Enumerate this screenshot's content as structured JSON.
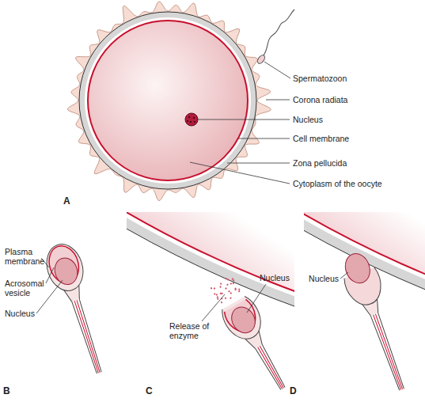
{
  "diagram": {
    "labels": [
      "Spermatozoon",
      "Corona radiata",
      "Nucleus",
      "Cell membrane",
      "Zona pellucida",
      "Cytoplasm of the oocyte",
      "A",
      "Plasma membrane",
      "Acrosomal vesicle",
      "Nucleus",
      "B",
      "Nucleus",
      "Release of enzyme",
      "C",
      "D",
      "Nucleus"
    ]
  }
}
